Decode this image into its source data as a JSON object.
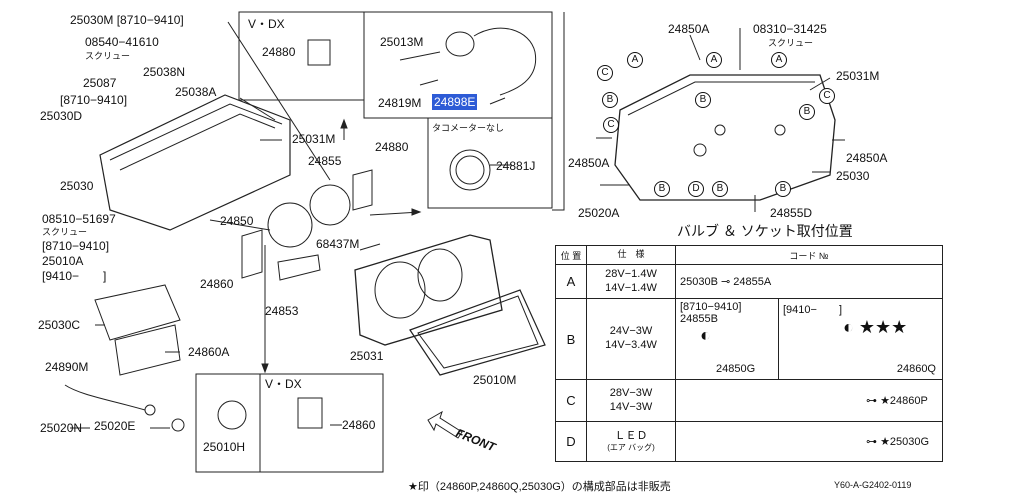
{
  "labels": {
    "p25030M_8710": "25030M [8710−9410]",
    "p08540": "08540−41610",
    "screw1": "スクリュー",
    "p25087": "25087",
    "p25038N": "25038N",
    "p8710_9410a": "[8710−9410]",
    "p25038A": "25038A",
    "p25030D": "25030D",
    "p25031M_left": "25031M",
    "p25030_left": "25030",
    "p08510": "08510−51697",
    "screw2": "スクリュー",
    "p8710_9410b": "[8710−9410]",
    "p25010A": "25010A",
    "p9410_": "[9410−　　]",
    "p24850": "24850",
    "p24855": "24855",
    "p24880_mid": "24880",
    "p68437M": "68437M",
    "p24860_left": "24860",
    "p24853": "24853",
    "p25031": "25031",
    "p25010M": "25010M",
    "p25030C": "25030C",
    "p24890M": "24890M",
    "p24860A": "24860A",
    "p25020N": "25020N",
    "p25020E": "25020E",
    "vdx_top": "V・DX",
    "p24880_top": "24880",
    "p25013M": "25013M",
    "p24819M": "24819M",
    "p24898E": "24898E",
    "tacho_none": "タコメーターなし",
    "p24881J": "24881J",
    "vdx_bottom": "V・DX",
    "p25010H": "25010H",
    "p24860_bottom": "24860",
    "front": "FRONT",
    "p24850A_r1": "24850A",
    "p08310": "08310−31425",
    "screw3": "スクリュー",
    "p25031M_right": "25031M",
    "p24850A_r2": "24850A",
    "p24850A_r3": "24850A",
    "p25030_right": "25030",
    "p25020A": "25020A",
    "p24855D": "24855D"
  },
  "circles": [
    "C",
    "A",
    "A",
    "A",
    "C",
    "B",
    "B",
    "B",
    "C",
    "B",
    "D",
    "B",
    "B"
  ],
  "table": {
    "title": "バルブ ＆ ソケット取付位置",
    "headers": {
      "pos": "位 置",
      "spec": "仕　様",
      "code": "コード №"
    },
    "rows": [
      {
        "pos": "A",
        "spec1": "28V−1.4W",
        "spec2": "14V−1.4W",
        "code_a": "25030B",
        "code_b": "24855A"
      },
      {
        "pos": "B",
        "spec1": "24V−3W",
        "spec2": "14V−3.4W",
        "range1": "[8710−9410]",
        "code_a": "24855B",
        "code_b": "24850G",
        "range2": "[9410−　　]",
        "code_c": "24860Q"
      },
      {
        "pos": "C",
        "spec1": "28V−3W",
        "spec2": "14V−3W",
        "code_a": "★24860P"
      },
      {
        "pos": "D",
        "spec1": "ＬＥＤ",
        "spec2": "(エア バッグ)",
        "code_a": "★25030G"
      }
    ]
  },
  "footer": {
    "note": "★印（24860P,24860Q,25030G）の構成部品は非販売",
    "ref": "Y60-A-G2402-0119"
  }
}
